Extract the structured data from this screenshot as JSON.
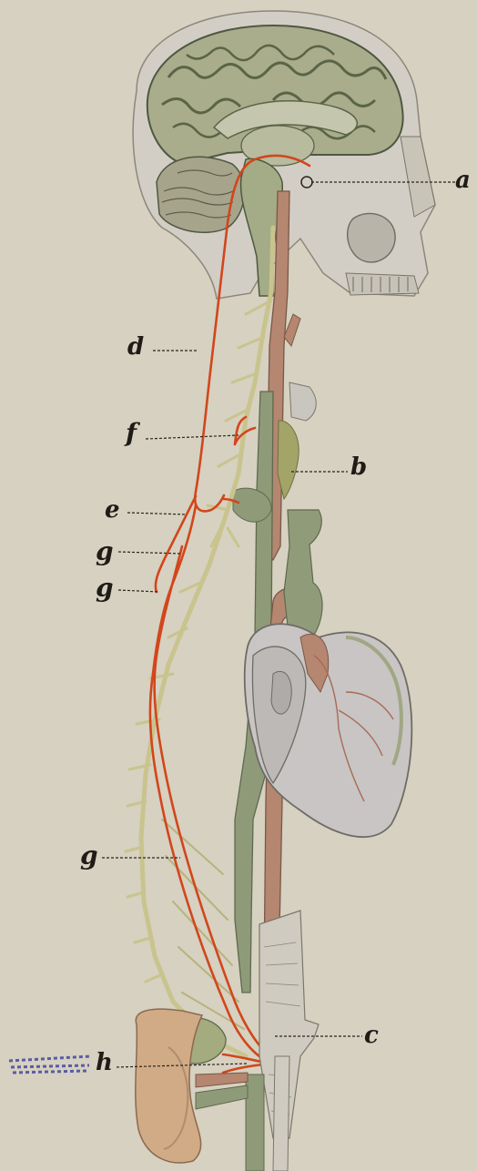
{
  "labels": {
    "a": "a",
    "b": "b",
    "c": "c",
    "d": "d",
    "e": "e",
    "f": "f",
    "g1": "g",
    "g2": "g",
    "g3": "g",
    "h": "h"
  },
  "colors": {
    "paper": "#d6d1c0",
    "skull": "#d2cec6",
    "brain": "#a9ad8c",
    "brain_folds": "#5b6447",
    "nerve_red": "#d2461c",
    "vagus_green": "#8f9a79",
    "sympathetic_yellow": "#c9c48e",
    "artery_brown": "#b58670",
    "heart": "#c8c5c4",
    "kidney": "#d0ab86",
    "leader": "#2a241d"
  }
}
